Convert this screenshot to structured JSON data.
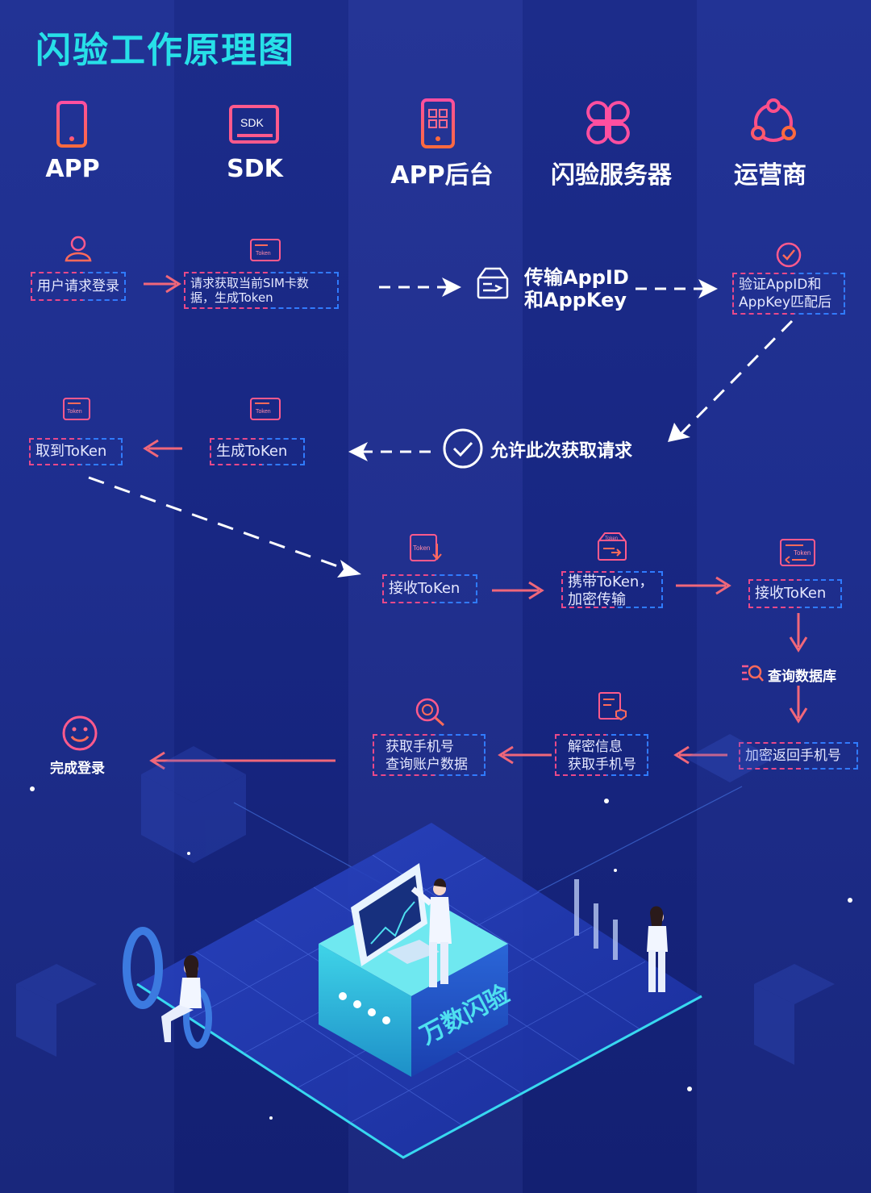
{
  "title": "闪验工作原理图",
  "headers": {
    "app": "APP",
    "sdk": "SDK",
    "backend": "APP后台",
    "server": "闪验服务器",
    "carrier": "运营商"
  },
  "sdk_badge": "SDK",
  "token_tag": "Token",
  "steps": {
    "user_login": "用户请求登录",
    "sdk_request": "请求获取当前SIM卡数据，生成Token",
    "transfer_line1": "传输AppID",
    "transfer_line2": "和AppKey",
    "verify": "验证AppID和AppKey匹配后",
    "allow": "允许此次获取请求",
    "generate_token": "生成ToKen",
    "get_token": "取到ToKen",
    "receive_token_backend": "接收ToKen",
    "carry_token_line1": "携带ToKen，",
    "carry_token_line2": "加密传输",
    "receive_token_carrier": "接收ToKen",
    "query_db": "查询数据库",
    "encrypt_return": "加密返回手机号",
    "decrypt_line1": "解密信息",
    "decrypt_line2": "获取手机号",
    "fetch_line1": "获取手机号",
    "fetch_line2": "查询账户数据",
    "complete": "完成登录"
  },
  "platform_label": "万数闪验",
  "colors": {
    "accent_cyan": "#27e0e8",
    "arrow_coral": "#f0677a",
    "dash_pink": "#e8498a",
    "dash_blue": "#2f7bff"
  }
}
